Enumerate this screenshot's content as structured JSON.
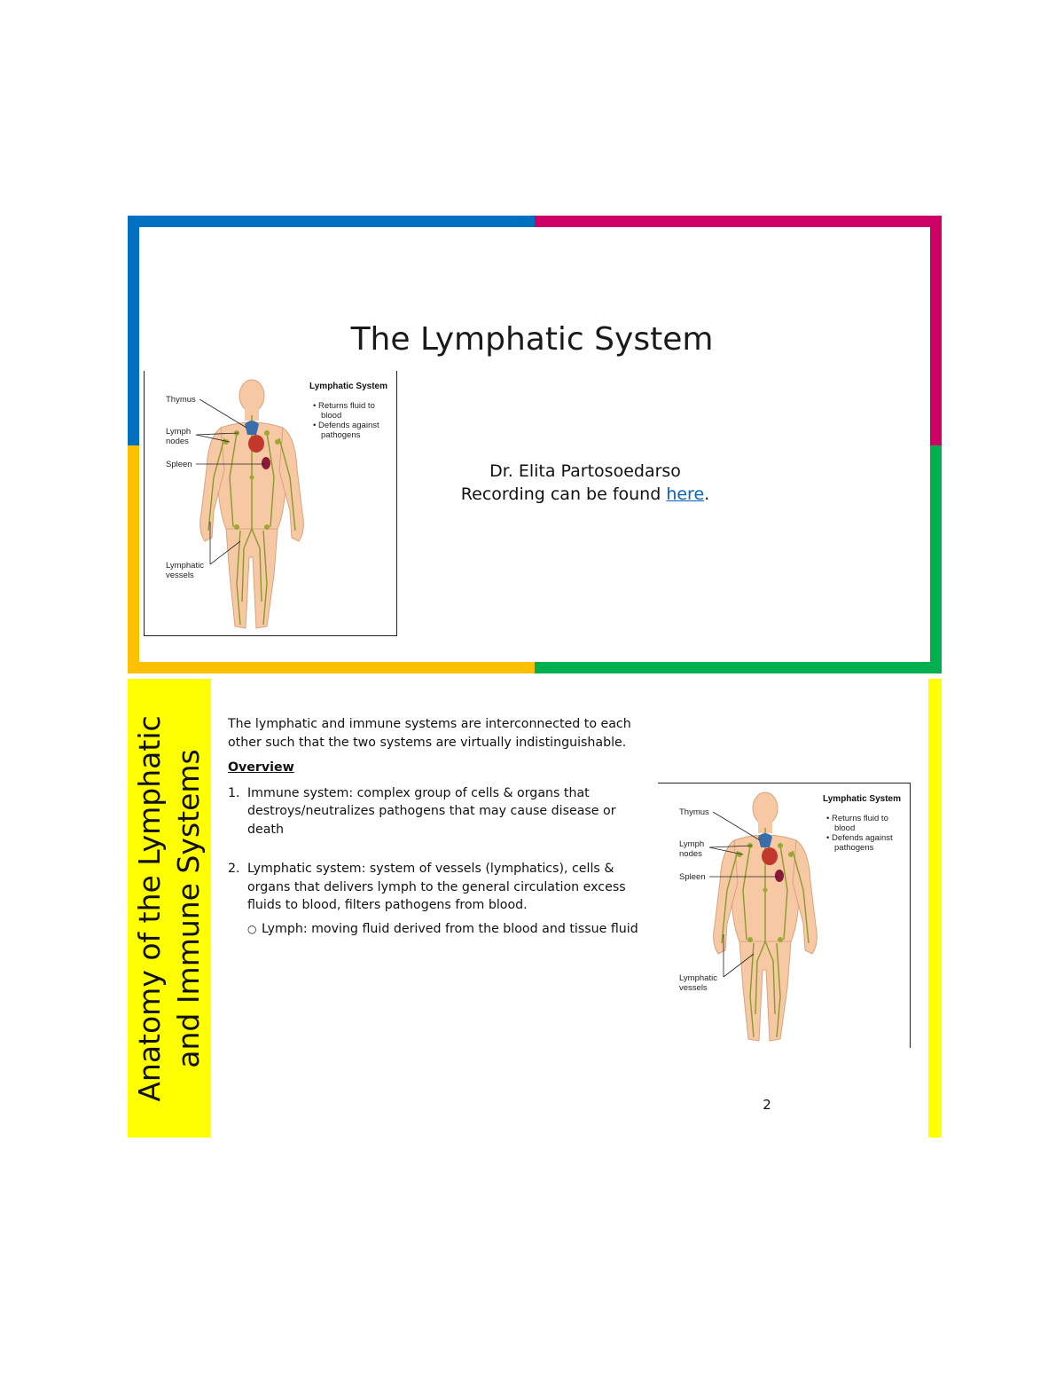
{
  "colors": {
    "blue": "#0070c0",
    "magenta": "#cc0066",
    "amber": "#ffc000",
    "green": "#00b050",
    "yellow": "#ffff00",
    "link": "#0563c1"
  },
  "slide1": {
    "title": "The Lymphatic System",
    "author": "Dr. Elita Partosoedarso",
    "recording_prefix": "Recording can be found ",
    "recording_link": "here",
    "recording_suffix": "."
  },
  "figure": {
    "heading": "Lymphatic System",
    "bullet1_line1": "• Returns fluid to",
    "bullet1_line2": "blood",
    "bullet2_line1": "• Defends against",
    "bullet2_line2": "pathogens",
    "label_thymus": "Thymus",
    "label_lymph": "Lymph",
    "label_nodes": "nodes",
    "label_spleen": "Spleen",
    "label_lymphatic": "Lymphatic",
    "label_vessels": "vessels"
  },
  "slide2": {
    "side_title_line1": "Anatomy of the Lymphatic",
    "side_title_line2": "and Immune Systems",
    "intro": "The lymphatic and immune systems are interconnected to each other such that the two systems are virtually indistinguishable.",
    "overview": "Overview",
    "item1_num": "1.",
    "item1": "Immune system: complex group of cells & organs that destroys/neutralizes pathogens that may cause disease or death",
    "item2_num": "2.",
    "item2": "Lymphatic system: system of vessels (lymphatics), cells & organs that delivers lymph to the general circulation excess fluids to blood, filters pathogens from blood.",
    "sub_bullet": "○",
    "sub_item": "Lymph: moving fluid derived from the blood and tissue fluid",
    "page_number": "2"
  }
}
